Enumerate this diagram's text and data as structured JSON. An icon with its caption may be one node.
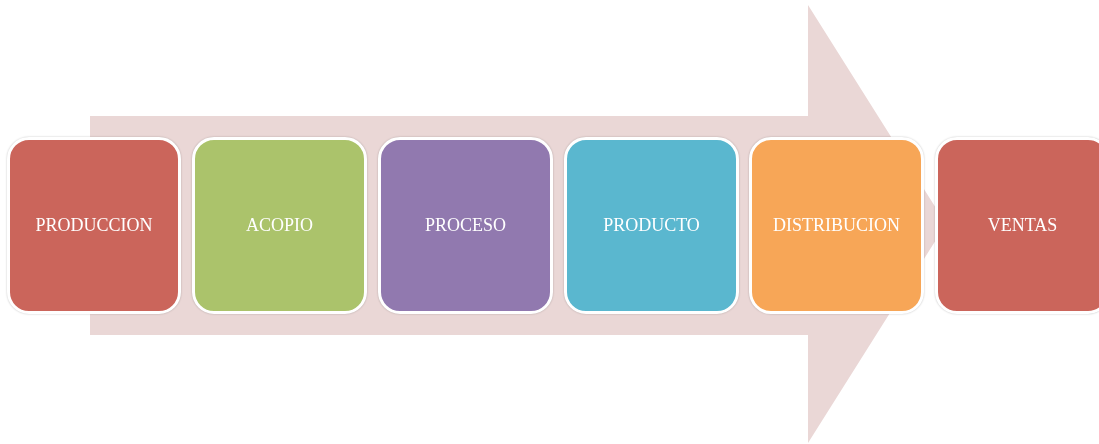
{
  "diagram": {
    "nodes": [
      {
        "text": [
          "PRODUCCION"
        ]
      },
      {
        "text": [
          "ACOPIO"
        ]
      },
      {
        "text": [
          "PROCESO"
        ]
      },
      {
        "text": [
          "PRODUCTO"
        ]
      },
      {
        "text": [
          "DISTRIBUCION"
        ]
      },
      {
        "text": [
          "VENTAS"
        ]
      }
    ],
    "edges": [
      {
        "from": 0,
        "to": 5,
        "arrow": "to"
      }
    ]
  }
}
